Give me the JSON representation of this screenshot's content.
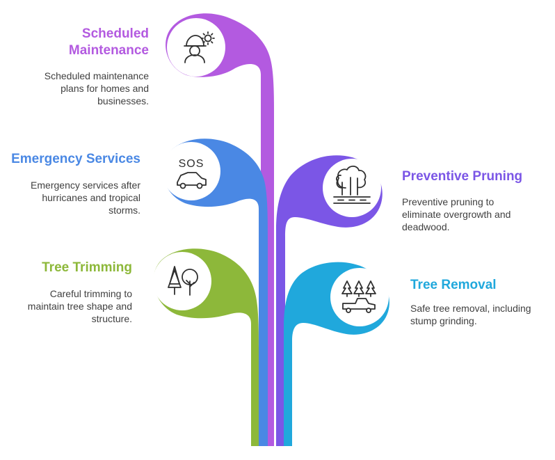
{
  "items": [
    {
      "key": "scheduled",
      "title": "Scheduled Maintenance",
      "title_lines": [
        "Scheduled",
        "Maintenance"
      ],
      "description": "Scheduled maintenance plans for homes and businesses.",
      "color": "#b35ae0",
      "icon": "worker-gear-icon"
    },
    {
      "key": "emergency",
      "title": "Emergency Services",
      "description": "Emergency services after hurricanes and tropical storms.",
      "color": "#4a88e4",
      "icon": "sos-car-icon",
      "icon_text": "SOS"
    },
    {
      "key": "trimming",
      "title": "Tree Trimming",
      "description": "Careful trimming to maintain tree shape and structure.",
      "color": "#8db83a",
      "icon": "trees-icon"
    },
    {
      "key": "pruning",
      "title": "Preventive Pruning",
      "description": "Preventive pruning to eliminate overgrowth and deadwood.",
      "color": "#7b56e6",
      "icon": "tree-road-icon"
    },
    {
      "key": "removal",
      "title": "Tree Removal",
      "description": "Safe tree removal, including stump grinding.",
      "color": "#20a8dc",
      "icon": "pine-trees-truck-icon"
    }
  ]
}
